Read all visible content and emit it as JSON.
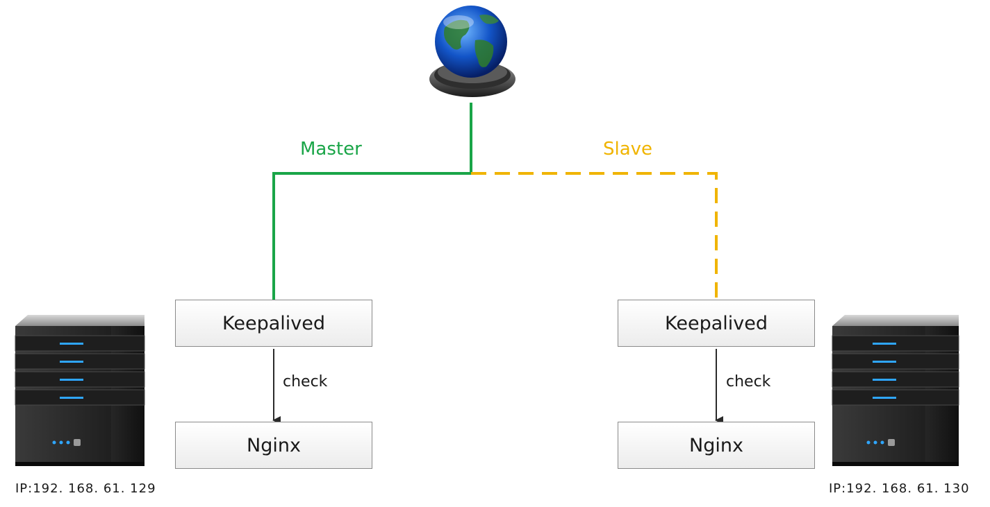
{
  "links": {
    "master": {
      "label": "Master",
      "color": "#1aa548"
    },
    "slave": {
      "label": "Slave",
      "color": "#f0b400"
    }
  },
  "nodes": {
    "left": {
      "service_top": "Keepalived",
      "arrow_label": "check",
      "service_bottom": "Nginx",
      "ip": "IP:192. 168. 61. 129"
    },
    "right": {
      "service_top": "Keepalived",
      "arrow_label": "check",
      "service_bottom": "Nginx",
      "ip": "IP:192. 168. 61. 130"
    }
  },
  "icons": {
    "internet": "globe-icon",
    "server": "server-icon"
  }
}
